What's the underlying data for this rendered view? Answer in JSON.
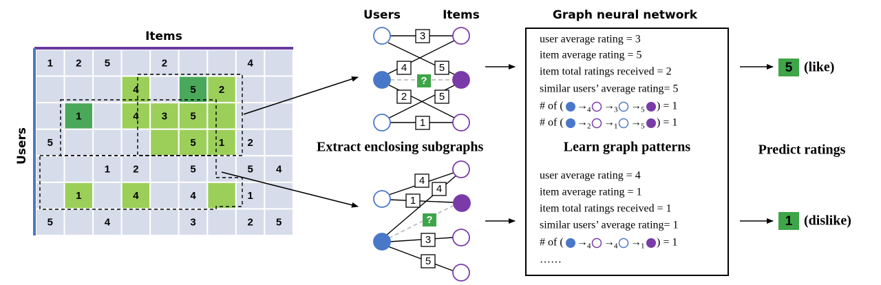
{
  "colors": {
    "grid_cell": "#d6dcea",
    "light_green": "#9bcf5a",
    "dark_green": "#4aa85a",
    "q_green": "#3ea548",
    "user_blue": "#4a78c8",
    "item_purple": "#7a3aa8",
    "matrix_top_bar": "#6a3aa0",
    "matrix_left_bar": "#4a78c8"
  },
  "matrix": {
    "title_items": "Items",
    "title_users": "Users",
    "rows": [
      [
        "1",
        "2",
        "5",
        "",
        "2",
        "",
        "",
        "4",
        ""
      ],
      [
        "",
        "",
        "",
        "4",
        "",
        "5",
        "2",
        "",
        ""
      ],
      [
        "",
        "1",
        "",
        "4",
        "3",
        "5",
        "",
        "",
        ""
      ],
      [
        "5",
        "",
        "",
        "",
        "",
        "5",
        "1",
        "2",
        ""
      ],
      [
        "",
        "",
        "1",
        "2",
        "",
        "5",
        "",
        "5",
        "4"
      ],
      [
        "",
        "1",
        "",
        "4",
        "",
        "4",
        "",
        "1",
        ""
      ],
      [
        "5",
        "",
        "4",
        "",
        "",
        "3",
        "",
        "2",
        "5"
      ]
    ],
    "cell_colors": [
      [
        "g",
        "g",
        "g",
        "g",
        "g",
        "g",
        "g",
        "g",
        "g"
      ],
      [
        "g",
        "g",
        "g",
        "L",
        "g",
        "D",
        "L",
        "g",
        "g"
      ],
      [
        "g",
        "D",
        "g",
        "L",
        "L",
        "L",
        "L",
        "g",
        "g"
      ],
      [
        "g",
        "g",
        "g",
        "g",
        "L",
        "L",
        "L",
        "g",
        "g"
      ],
      [
        "g",
        "g",
        "g",
        "g",
        "g",
        "g",
        "g",
        "g",
        "g"
      ],
      [
        "g",
        "L",
        "g",
        "L",
        "g",
        "g",
        "L",
        "g",
        "g"
      ],
      [
        "g",
        "g",
        "g",
        "g",
        "g",
        "g",
        "g",
        "g",
        "g"
      ]
    ]
  },
  "subgraph_top": {
    "users_label": "Users",
    "items_label": "Items",
    "edge_labels": [
      "3",
      "4",
      "5",
      "2",
      "5",
      "1"
    ],
    "target_label": "?"
  },
  "subgraph_bottom": {
    "edge_labels": [
      "4",
      "4",
      "1",
      "3",
      "5"
    ],
    "target_label": "?"
  },
  "labels": {
    "extract": "Extract enclosing subgraphs",
    "learn": "Learn graph patterns",
    "gnn_title": "Graph neural network",
    "predict": "Predict ratings"
  },
  "gnn": {
    "top_lines": [
      "user average rating = 3",
      "item average rating = 5",
      "item total ratings received = 2",
      "similar users’ average rating= 5"
    ],
    "top_paths": [
      {
        "prefix": "# of (",
        "s1": "4",
        "s2": "3",
        "s3": "5",
        "suffix": ") = 1"
      },
      {
        "prefix": "# of (",
        "s1": "2",
        "s2": "1",
        "s3": "5",
        "suffix": ") = 1"
      }
    ],
    "bottom_lines": [
      "user average rating = 4",
      "item average rating = 1",
      "item total ratings received = 1",
      "similar users’ average rating= 1"
    ],
    "bottom_paths": [
      {
        "prefix": "# of (",
        "s1": "4",
        "s2": "4",
        "s3": "1",
        "suffix": ") = 1"
      }
    ],
    "ellipsis": "……"
  },
  "predictions": [
    {
      "value": "5",
      "label": "(like)"
    },
    {
      "value": "1",
      "label": "(dislike)"
    }
  ]
}
